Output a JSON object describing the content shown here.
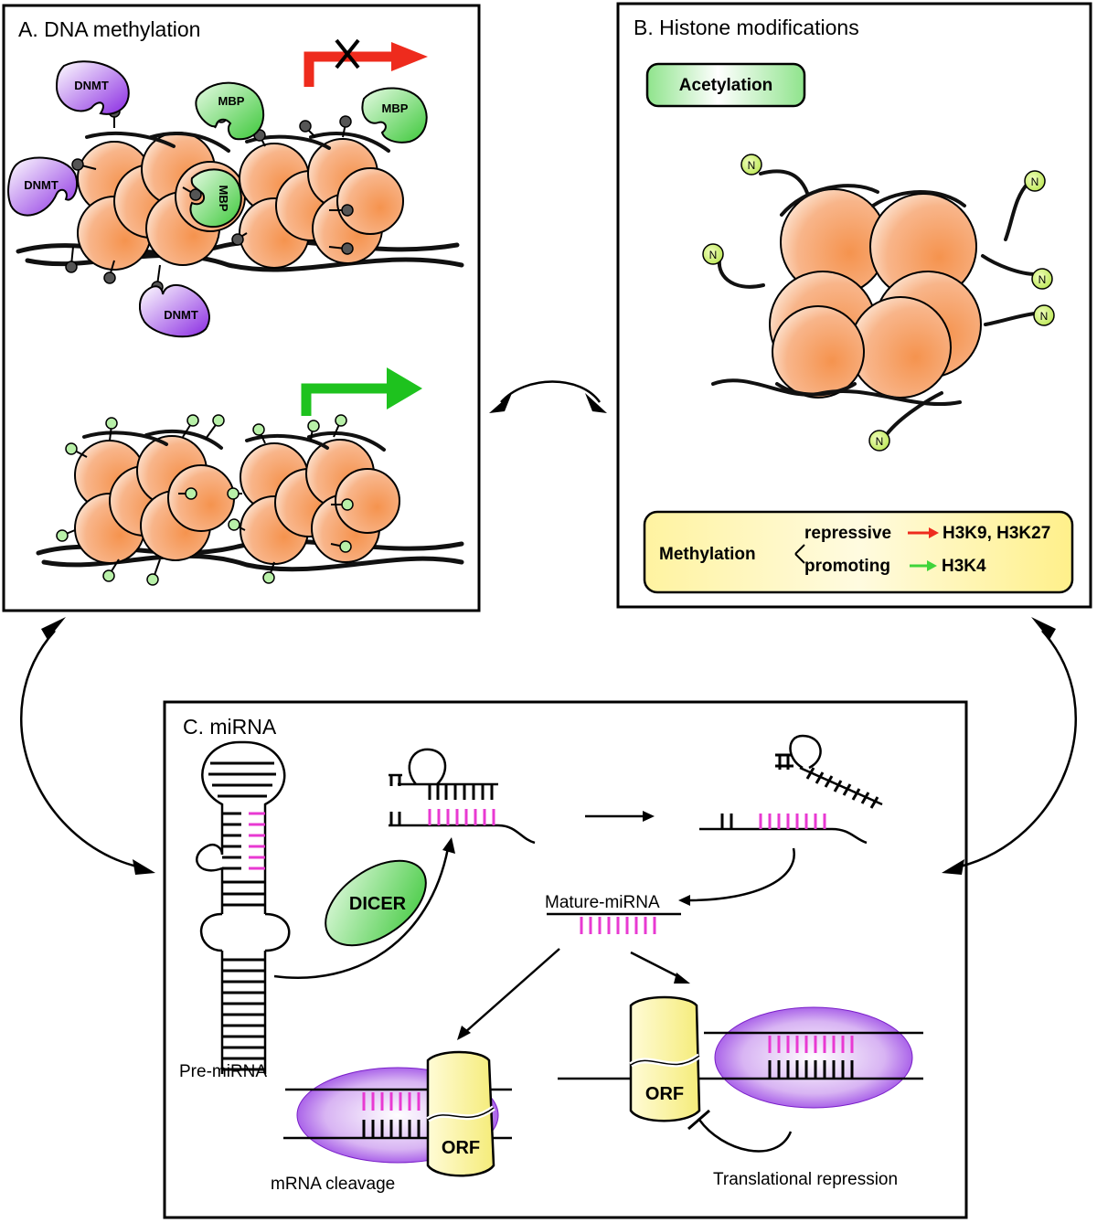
{
  "panels": {
    "a": {
      "title": "A. DNA methylation",
      "dnmt": "DNMT",
      "mbp": "MBP"
    },
    "b": {
      "title": "B. Histone modifications",
      "acetylation": "Acetylation",
      "n_tail": "N",
      "methylation": "Methylation",
      "repressive": "repressive",
      "repressive_marks": "H3K9, H3K27",
      "promoting": "promoting",
      "promoting_marks": "H3K4"
    },
    "c": {
      "title": "C. miRNA",
      "dicer": "DICER",
      "mature_mirna": "Mature-miRNA",
      "pre_mirna": "Pre-miRNA",
      "orf": "ORF",
      "mrna_cleavage": "mRNA cleavage",
      "translational_repression": "Translational repression"
    }
  },
  "colors": {
    "nucleosome": "#f59a5c",
    "dnmt_purple": "#9b3ee0",
    "mbp_green": "#5fd35a",
    "repressed_arrow": "#ee2b1d",
    "active_arrow": "#1ec21e",
    "mirna_magenta": "#e83ad2",
    "n_tail_yellowgreen": "#d7f07a",
    "methylation_box": "#fff6a8",
    "orf_yellow": "#fff6a0"
  }
}
